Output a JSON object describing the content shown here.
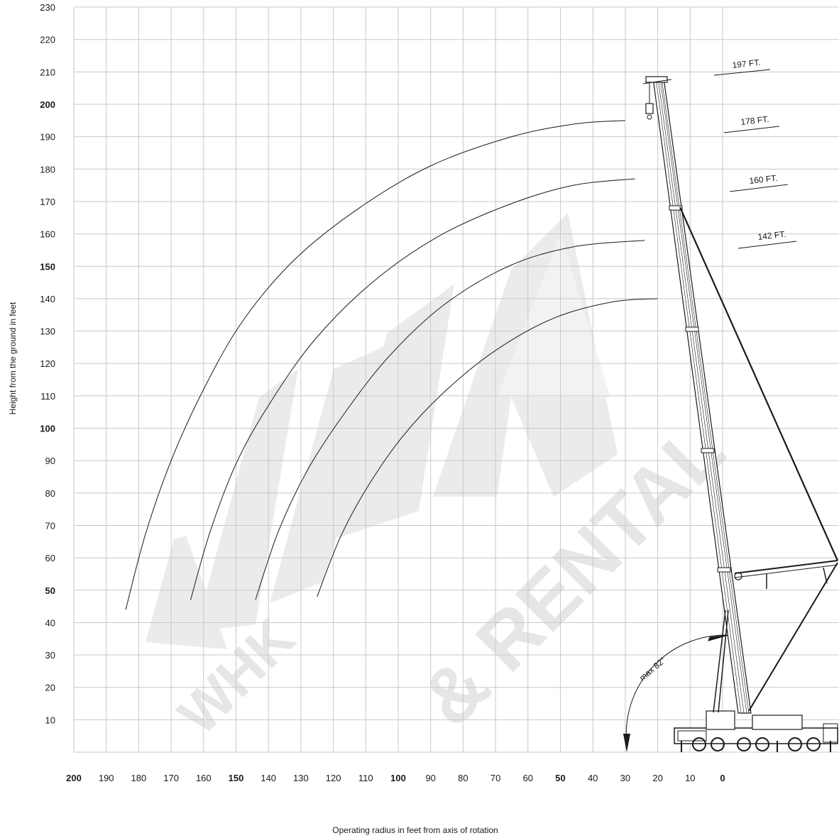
{
  "chart_data": {
    "type": "line",
    "xlabel": "Operating radius in feet from axis of rotation",
    "ylabel": "Height from the ground in feet",
    "x_ticks": [
      200,
      190,
      180,
      170,
      160,
      150,
      140,
      130,
      120,
      110,
      100,
      90,
      80,
      70,
      60,
      50,
      40,
      30,
      20,
      10,
      0
    ],
    "x_bold_ticks": [
      200,
      150,
      100,
      50,
      0
    ],
    "x_tick_labels": [
      "200",
      "190",
      "180",
      "170",
      "160",
      "150",
      "140",
      "130",
      "120",
      "110",
      "100",
      "90",
      "80",
      "70",
      "60",
      "50",
      "40",
      "30",
      "20",
      "10",
      "0"
    ],
    "y_ticks": [
      10,
      20,
      30,
      40,
      50,
      60,
      70,
      80,
      90,
      100,
      110,
      120,
      130,
      140,
      150,
      160,
      170,
      180,
      190,
      200,
      210,
      220,
      230
    ],
    "y_bold_ticks": [
      50,
      100,
      150,
      200
    ],
    "y_tick_labels": [
      "10",
      "20",
      "30",
      "40",
      "50",
      "60",
      "70",
      "80",
      "90",
      "100",
      "110",
      "120",
      "130",
      "140",
      "150",
      "160",
      "170",
      "180",
      "190",
      "200",
      "210",
      "220",
      "230"
    ],
    "xlim": [
      200,
      -35
    ],
    "ylim": [
      0,
      230
    ],
    "grid": true,
    "series": [
      {
        "name": "197 FT.",
        "points": [
          [
            184,
            44
          ],
          [
            178,
            67
          ],
          [
            170,
            90
          ],
          [
            160,
            112
          ],
          [
            148,
            133
          ],
          [
            132,
            152
          ],
          [
            112,
            168
          ],
          [
            90,
            181
          ],
          [
            65,
            190
          ],
          [
            45,
            194
          ],
          [
            30,
            195
          ]
        ]
      },
      {
        "name": "178 FT.",
        "points": [
          [
            164,
            47
          ],
          [
            158,
            68
          ],
          [
            150,
            89
          ],
          [
            140,
            107
          ],
          [
            126,
            127
          ],
          [
            108,
            145
          ],
          [
            88,
            159
          ],
          [
            66,
            169
          ],
          [
            46,
            175
          ],
          [
            27,
            177
          ]
        ]
      },
      {
        "name": "160 FT.",
        "points": [
          [
            144,
            47
          ],
          [
            137,
            68
          ],
          [
            128,
            87
          ],
          [
            117,
            104
          ],
          [
            103,
            122
          ],
          [
            86,
            138
          ],
          [
            66,
            150
          ],
          [
            46,
            156
          ],
          [
            24,
            158
          ]
        ]
      },
      {
        "name": "142 FT.",
        "points": [
          [
            125,
            48
          ],
          [
            118,
            66
          ],
          [
            110,
            81
          ],
          [
            99,
            97
          ],
          [
            86,
            111
          ],
          [
            70,
            124
          ],
          [
            52,
            134
          ],
          [
            34,
            139
          ],
          [
            20,
            140
          ]
        ]
      }
    ],
    "boom_labels": [
      "197 FT.",
      "178 FT.",
      "160 FT.",
      "142 FT."
    ],
    "angle_annotation": "max 82°",
    "colors": {
      "grid": "#c8c8c8",
      "curve": "#1a1a1a",
      "watermark": "#e6e6e6"
    }
  },
  "watermark": {
    "line1": "WHK",
    "line2": "& RENTAL"
  }
}
